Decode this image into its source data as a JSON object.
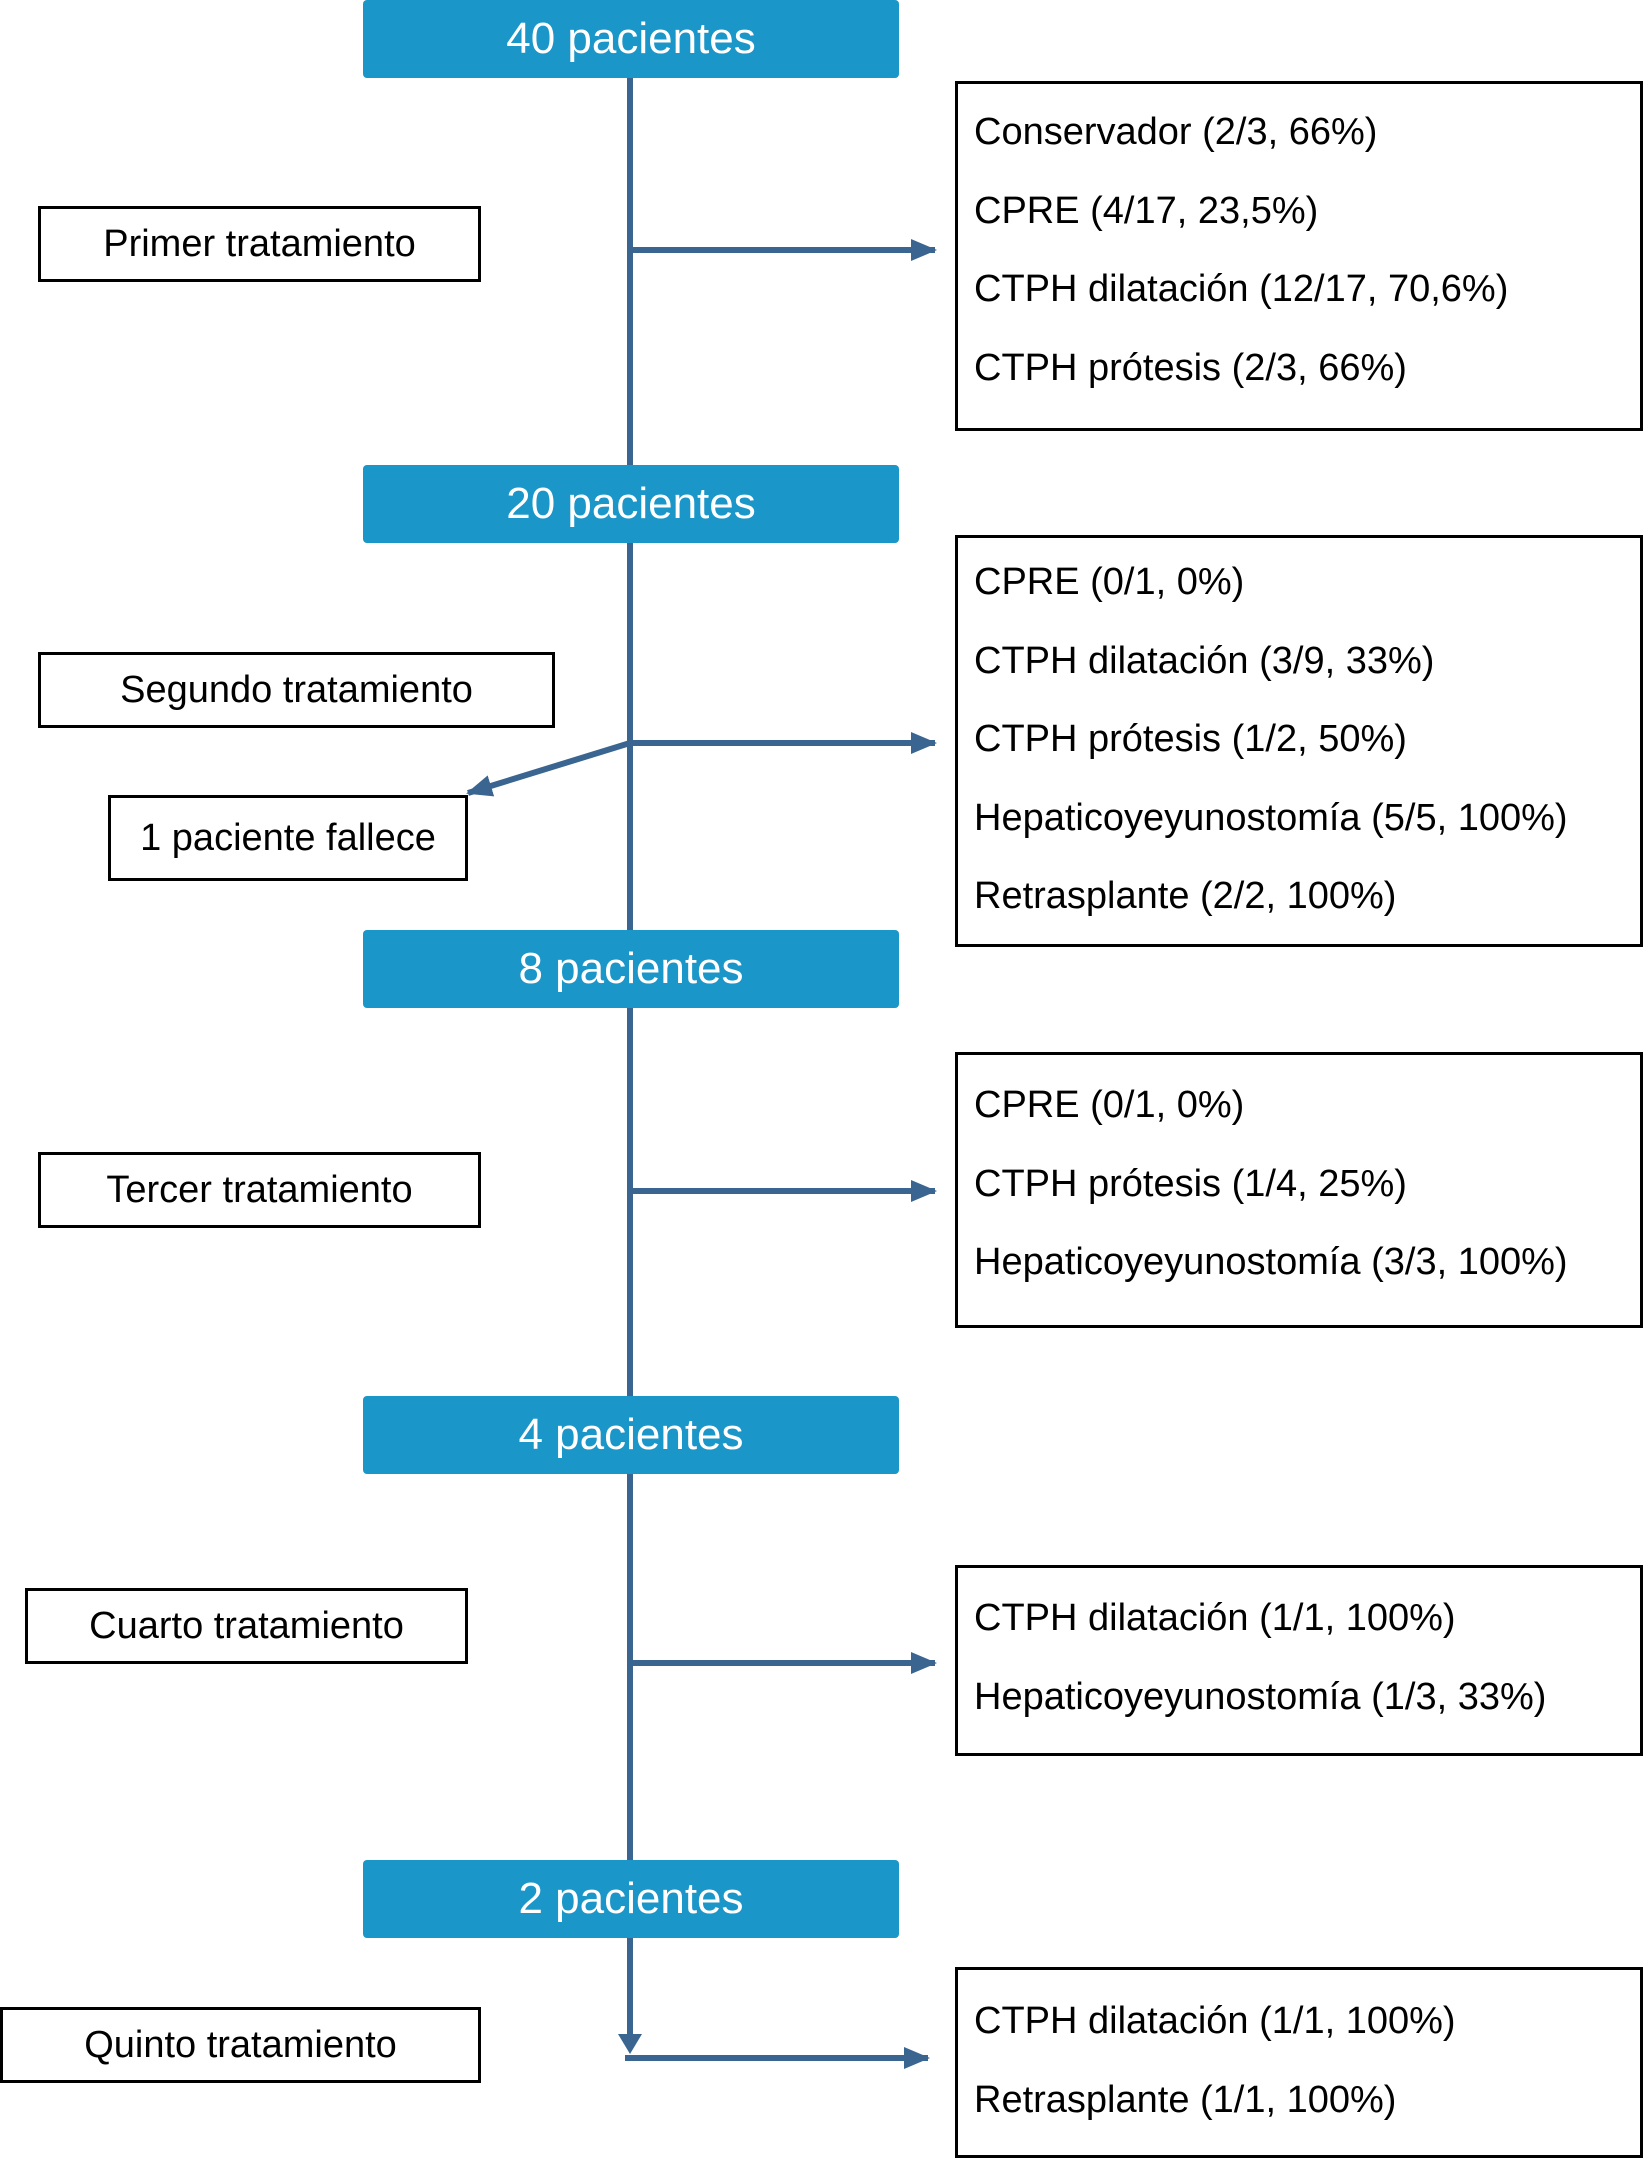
{
  "colors": {
    "stage_fill": "#1b96c8",
    "stage_text": "#ffffff",
    "connector": "#3a6591",
    "border": "#000000"
  },
  "stages": [
    {
      "label": "40 pacientes"
    },
    {
      "label": "20 pacientes"
    },
    {
      "label": "8 pacientes"
    },
    {
      "label": "4 pacientes"
    },
    {
      "label": "2 pacientes"
    }
  ],
  "treatments": [
    {
      "label": "Primer tratamiento",
      "results": [
        "Conservador (2/3, 66%)",
        "CPRE (4/17, 23,5%)",
        "CTPH dilatación (12/17, 70,6%)",
        "CTPH prótesis (2/3, 66%)"
      ]
    },
    {
      "label": "Segundo tratamiento",
      "note": "1 paciente fallece",
      "results": [
        "CPRE (0/1, 0%)",
        "CTPH dilatación (3/9, 33%)",
        "CTPH prótesis (1/2, 50%)",
        "Hepaticoyeyunostomía (5/5, 100%)",
        "Retrasplante (2/2, 100%)"
      ]
    },
    {
      "label": "Tercer tratamiento",
      "results": [
        "CPRE (0/1, 0%)",
        "CTPH prótesis (1/4, 25%)",
        "Hepaticoyeyunostomía (3/3, 100%)"
      ]
    },
    {
      "label": "Cuarto tratamiento",
      "results": [
        "CTPH dilatación (1/1, 100%)",
        "Hepaticoyeyunostomía (1/3, 33%)"
      ]
    },
    {
      "label": "Quinto tratamiento",
      "results": [
        "CTPH dilatación (1/1, 100%)",
        "Retrasplante (1/1, 100%)"
      ]
    }
  ]
}
